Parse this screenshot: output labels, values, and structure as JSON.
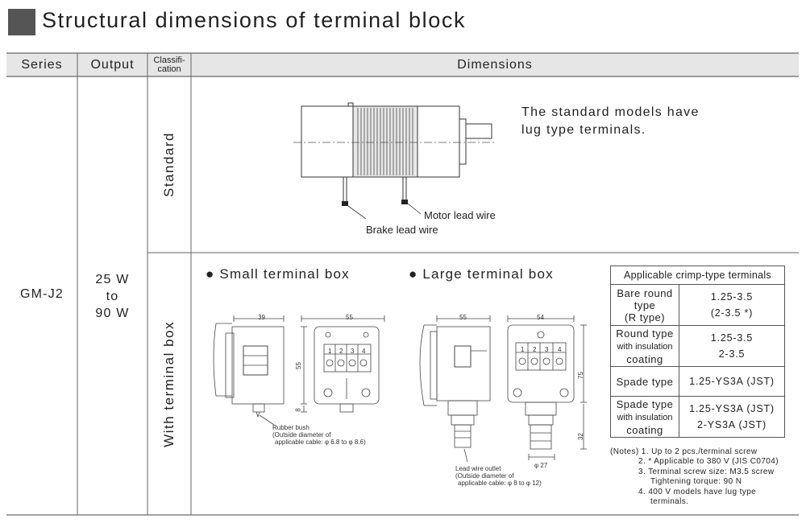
{
  "title": "Structural dimensions of terminal block",
  "headers": {
    "series": "Series",
    "output": "Output",
    "classification_line1": "Classifi-",
    "classification_line2": "cation",
    "dimensions": "Dimensions"
  },
  "row": {
    "series": "GM-J2",
    "output_line1": "25 W",
    "output_line2": "to",
    "output_line3": "90 W"
  },
  "standard": {
    "classification": "Standard",
    "note_line1": "The standard models have",
    "note_line2": "lug type terminals.",
    "motor_lead_label": "Motor lead wire",
    "brake_lead_label": "Brake lead wire"
  },
  "terminal_box": {
    "classification": "With terminal box",
    "small_title": "Small terminal box",
    "large_title": "Large terminal box",
    "small_dims": {
      "side_width": "39",
      "front_width": "55",
      "height": "55",
      "offset": "8"
    },
    "large_dims": {
      "side_width": "55",
      "front_width": "54",
      "height": "75",
      "gland": "32",
      "bottom": "φ 27"
    },
    "terminal_numbers": [
      "1",
      "2",
      "3",
      "4"
    ],
    "small_callout_line1": "Rubber bush",
    "small_callout_line2": "(Outside diameter of",
    "small_callout_line3": "applicable cable: φ 6.8 to φ 8.6)",
    "large_callout_line1": "Lead wire outlet",
    "large_callout_line2": "(Outside diameter of",
    "large_callout_line3": "applicable cable: φ 8 to φ 12)"
  },
  "crimp_table": {
    "header": "Applicable crimp-type terminals",
    "rows": [
      {
        "type_line1": "Bare round",
        "type_line2": "type",
        "type_line3": "(R type)",
        "value_line1": "1.25-3.5",
        "value_line2": "(2-3.5 *)"
      },
      {
        "type_line1": "Round type",
        "type_line2": "with insulation",
        "type_line3": "coating",
        "value_line1": "1.25-3.5",
        "value_line2": "2-3.5"
      },
      {
        "type_line1": "Spade type",
        "value_line1": "1.25-YS3A (JST)"
      },
      {
        "type_line1": "Spade type",
        "type_line2": "with insulation",
        "type_line3": "coating",
        "value_line1": "1.25-YS3A (JST)",
        "value_line2": "2-YS3A (JST)"
      }
    ]
  },
  "notes": {
    "prefix": "(Notes)",
    "items": [
      "1. Up to 2 pcs./terminal screw",
      "2. * Applicable to 380 V (JIS C0704)",
      "3. Terminal screw size: M3.5 screw",
      "Tightening torque: 90 N",
      "4. 400 V models have lug type",
      "terminals."
    ]
  }
}
